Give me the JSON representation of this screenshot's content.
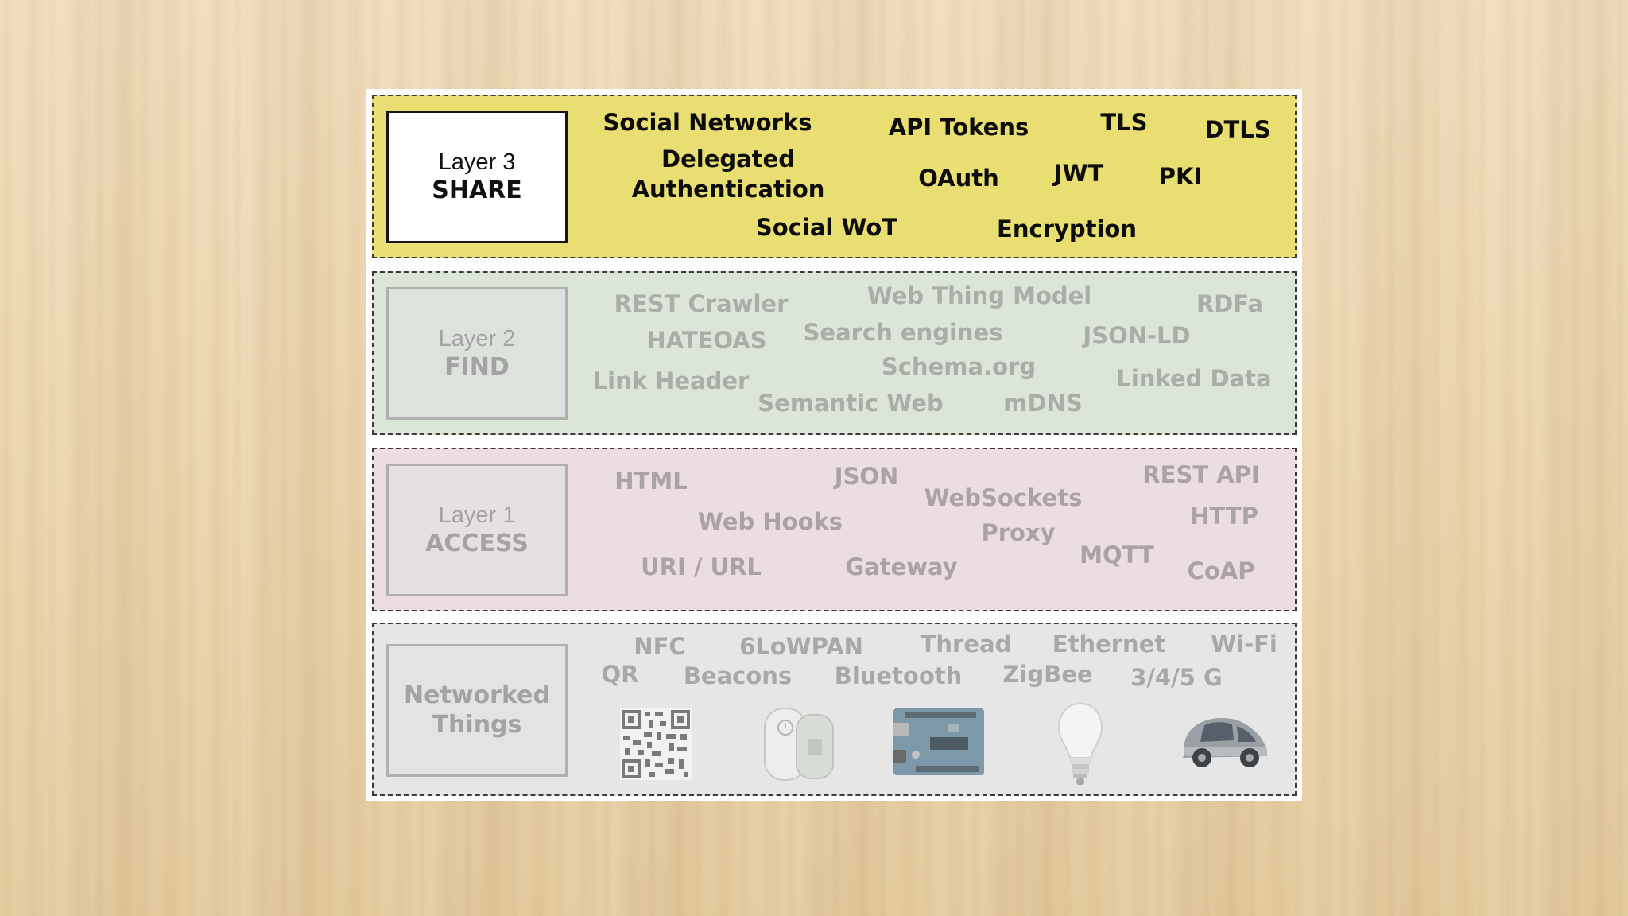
{
  "layers": {
    "share": {
      "number": "Layer 3",
      "name": "SHARE",
      "terms": [
        "Social Networks",
        "API Tokens",
        "TLS",
        "DTLS",
        "Delegated",
        "Authentication",
        "OAuth",
        "JWT",
        "PKI",
        "Social WoT",
        "Encryption"
      ]
    },
    "find": {
      "number": "Layer 2",
      "name": "FIND",
      "terms": [
        "REST Crawler",
        "Web Thing Model",
        "RDFa",
        "HATEOAS",
        "Search engines",
        "JSON-LD",
        "Schema.org",
        "Link Header",
        "Linked Data",
        "Semantic Web",
        "mDNS"
      ]
    },
    "access": {
      "number": "Layer 1",
      "name": "ACCESS",
      "terms": [
        "HTML",
        "JSON",
        "REST API",
        "WebSockets",
        "Web Hooks",
        "HTTP",
        "Proxy",
        "MQTT",
        "URI / URL",
        "Gateway",
        "CoAP"
      ]
    },
    "things": {
      "name_line1": "Networked",
      "name_line2": "Things",
      "terms": [
        "NFC",
        "6LoWPAN",
        "Thread",
        "Ethernet",
        "Wi-Fi",
        "QR",
        "Beacons",
        "Bluetooth",
        "ZigBee",
        "3/4/5 G"
      ],
      "device_icons": [
        "qr-code-icon",
        "beacon-icon",
        "arduino-board-icon",
        "smart-bulb-icon",
        "smart-car-icon"
      ]
    }
  },
  "colors": {
    "share_fill": "#e8de72",
    "find_fill": "#dbe5d8",
    "access_fill": "#ecdde0",
    "things_fill": "#e6e6e6",
    "muted_text": "#a8a8a8"
  }
}
